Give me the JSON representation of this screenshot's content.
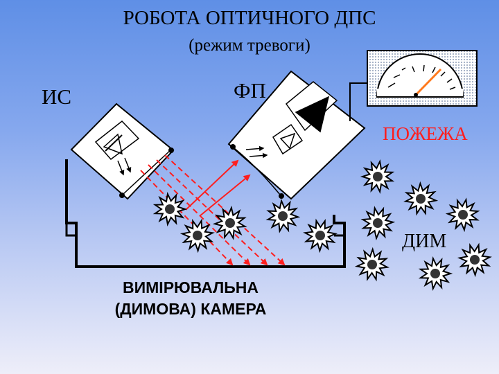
{
  "title": "РОБОТА ОПТИЧНОГО ДПС",
  "subtitle": "(режим тревоги)",
  "labels": {
    "emitter": "ИС",
    "receiver": "ФП",
    "fire": "ПОЖЕЖА",
    "smoke": "ДИМ",
    "chamber_line1": "ВИМІРЮВАЛЬНА",
    "chamber_line2": "(ДИМОВА) КАМЕРА"
  },
  "colors": {
    "beam": "#ff1e1e",
    "fire_text": "#ff1e1e",
    "smoke_particle": "#ffffff",
    "gauge_needle": "#ff7a1e",
    "outline": "#000000"
  },
  "gauge": {
    "needle_fraction": 0.85
  }
}
